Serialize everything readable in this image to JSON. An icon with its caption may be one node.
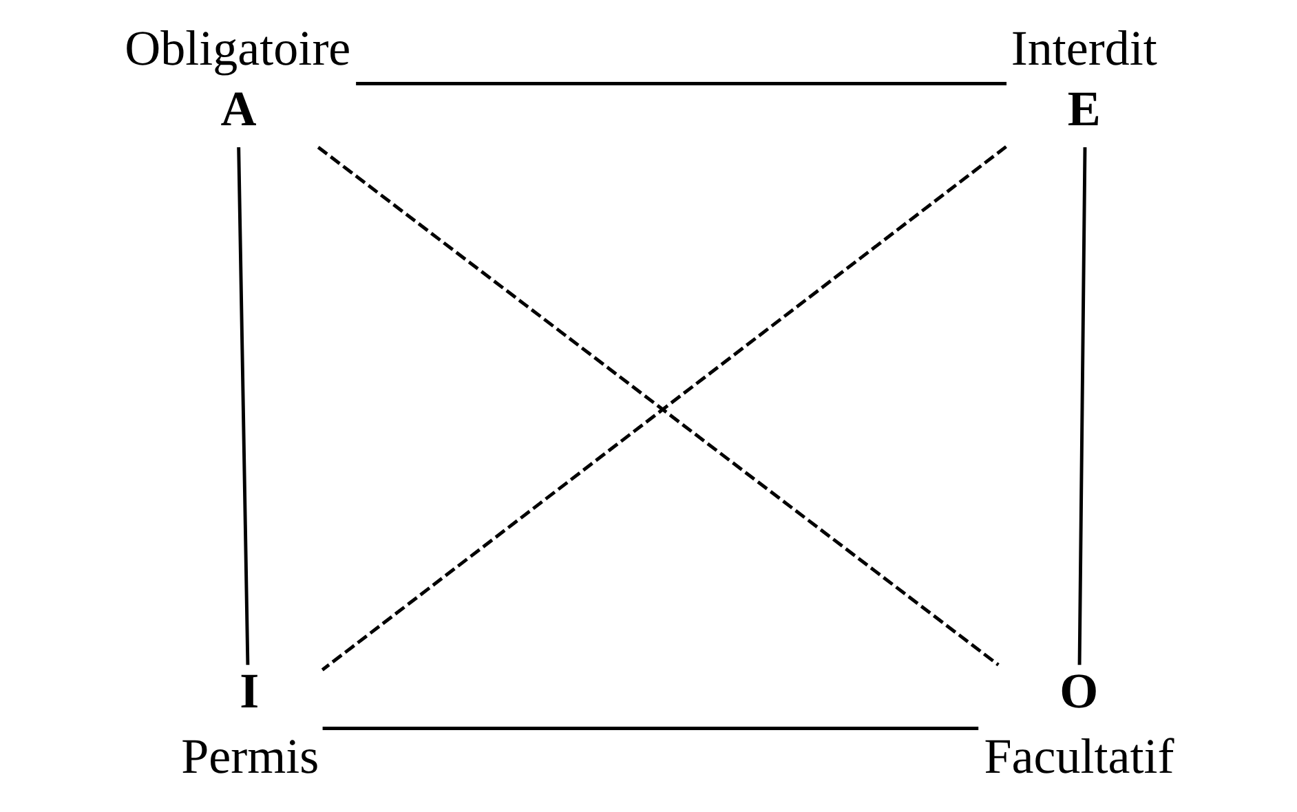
{
  "diagram": {
    "nodes": [
      {
        "text": [
          "A"
        ],
        "beside": [
          "Obligatoire"
        ]
      },
      {
        "text": [
          "E"
        ],
        "beside": [
          "Interdit"
        ]
      },
      {
        "text": [
          "I"
        ],
        "beside": [
          "Permis"
        ]
      },
      {
        "text": [
          "O"
        ],
        "beside": [
          "Facultatif"
        ]
      }
    ],
    "edges": [
      {
        "from": 0,
        "to": 1,
        "arrow": "none"
      },
      {
        "from": 0,
        "to": 2,
        "arrow": "none"
      },
      {
        "from": 1,
        "to": 3,
        "arrow": "none"
      },
      {
        "from": 2,
        "to": 3,
        "arrow": "none"
      },
      {
        "from": 0,
        "to": 3,
        "arrow": "none",
        "style": "dashed"
      },
      {
        "from": 1,
        "to": 2,
        "arrow": "none",
        "style": "dashed"
      }
    ]
  }
}
